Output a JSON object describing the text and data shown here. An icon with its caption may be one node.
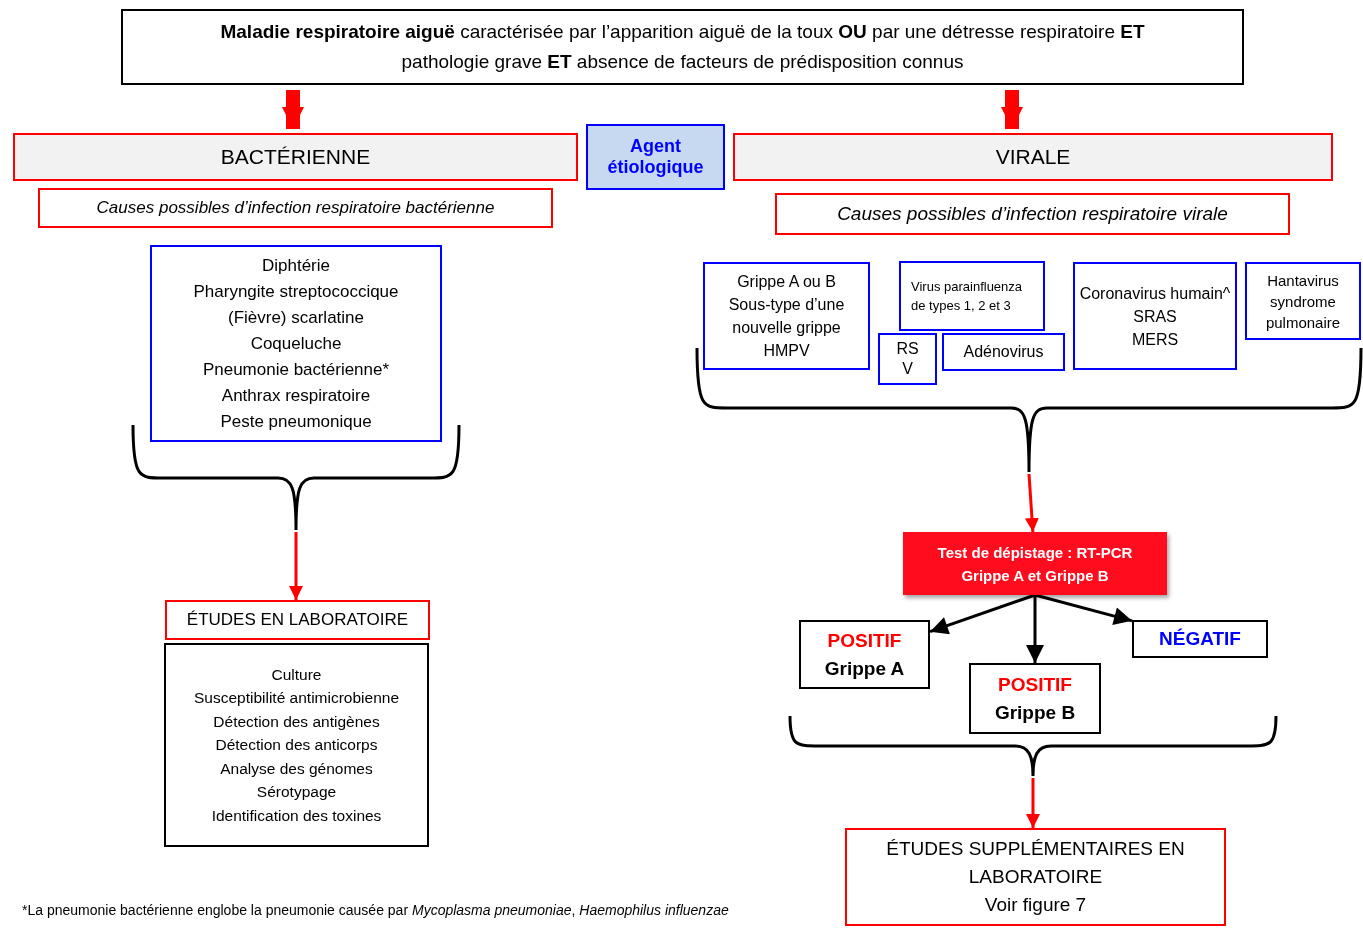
{
  "diagram": {
    "nodes": [
      {
        "text": [
          "**Maladie respiratoire aiguë** caractérisée par l’apparition aiguë de la toux **OU** par une détresse respiratoire **ET** pathologie grave **ET** absence de facteurs de prédisposition connus"
        ]
      },
      {
        "text": [
          "BACTÉRIENNE"
        ]
      },
      {
        "text": [
          "Agent étiologique"
        ]
      },
      {
        "text": [
          "VIRALE"
        ]
      },
      {
        "text": [
          "Causes possibles d’infection respiratoire bactérienne"
        ]
      },
      {
        "text": [
          "Causes possibles d’infection respiratoire virale"
        ]
      },
      {
        "text": [
          "Diphtérie",
          "Pharyngite streptococcique",
          "(Fièvre) scarlatine",
          "Coqueluche",
          "Pneumonie bactérienne*",
          "Anthrax respiratoire",
          "Peste pneumonique"
        ]
      },
      {
        "text": [
          "Grippe A ou B",
          "Sous-type d’une nouvelle grippe",
          "HMPV"
        ]
      },
      {
        "text": [
          "Virus parainfluenza de types 1, 2  et 3"
        ]
      },
      {
        "text": [
          "RS V"
        ]
      },
      {
        "text": [
          "Adénovirus"
        ]
      },
      {
        "text": [
          "Coronavirus humain^",
          "SRAS",
          "MERS"
        ]
      },
      {
        "text": [
          "Hantavirus syndrome pulmonaire"
        ]
      },
      {
        "text": [
          "ÉTUDES EN LABORATOIRE"
        ]
      },
      {
        "text": [
          "Culture",
          "Susceptibilité antimicrobienne",
          "Détection des antigènes",
          "Détection des anticorps",
          "Analyse des génomes",
          "Sérotypage",
          "Identification des toxines"
        ]
      },
      {
        "text": [
          "Test de dépistage : RT-PCR Grippe A et Grippe B"
        ]
      },
      {
        "text": [
          "POSITIF",
          "Grippe A"
        ]
      },
      {
        "text": [
          "POSITIF",
          "Grippe B"
        ]
      },
      {
        "text": [
          "NÉGATIF"
        ]
      },
      {
        "text": [
          "ÉTUDES SUPPLÉMENTAIRES EN LABORATOIRE",
          "Voir figure 7"
        ]
      },
      {
        "text": [],
        "shape": "brace"
      },
      {
        "text": [],
        "shape": "brace"
      },
      {
        "text": [],
        "shape": "brace"
      }
    ],
    "edges": [
      {
        "from": 0,
        "to": 1,
        "arrow": "to",
        "style": "thick"
      },
      {
        "from": 0,
        "to": 3,
        "arrow": "to",
        "style": "thick"
      },
      {
        "from": 20,
        "to": 13,
        "arrow": "to"
      },
      {
        "from": 21,
        "to": 15,
        "arrow": "to"
      },
      {
        "from": 15,
        "to": 16,
        "arrow": "to",
        "color": "#000000"
      },
      {
        "from": 15,
        "to": 17,
        "arrow": "to",
        "color": "#000000"
      },
      {
        "from": 15,
        "to": 18,
        "arrow": "to",
        "color": "#000000"
      },
      {
        "from": 22,
        "to": 19,
        "arrow": "to"
      }
    ],
    "labels": [
      "*La pneumonie bactérienne englobe la pneumonie causée par *Mycoplasma pneumoniae*, *Haemophilus influenzae*"
    ]
  }
}
